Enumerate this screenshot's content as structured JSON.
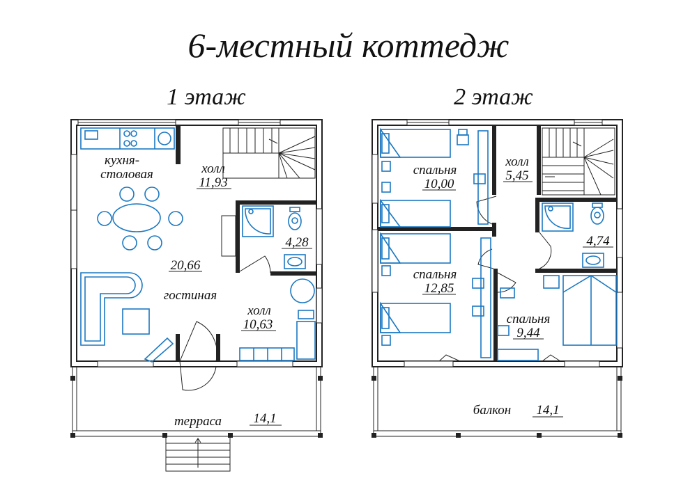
{
  "title": "6-местный коттедж",
  "floor1": {
    "heading": "1 этаж",
    "kitchen_line1": "кухня-",
    "kitchen_line2": "столовая",
    "hall_top_label": "холл",
    "hall_top_area": "11,93",
    "bath_area": "4,28",
    "living_area": "20,66",
    "living_label": "гостиная",
    "hall_bottom_label": "холл",
    "hall_bottom_area": "10,63",
    "terrace_label": "терраса",
    "terrace_area": "14,1"
  },
  "floor2": {
    "heading": "2 этаж",
    "bedroom1_label": "спальня",
    "bedroom1_area": "10,00",
    "hall_label": "холл",
    "hall_area": "5,45",
    "bath_area": "4,74",
    "bedroom2_label": "спальня",
    "bedroom2_area": "12,85",
    "bedroom3_label": "спальня",
    "bedroom3_area": "9,44",
    "balcony_label": "балкон",
    "balcony_area": "14,1"
  },
  "colors": {
    "furniture": "#1a78c2",
    "walls": "#222222"
  }
}
